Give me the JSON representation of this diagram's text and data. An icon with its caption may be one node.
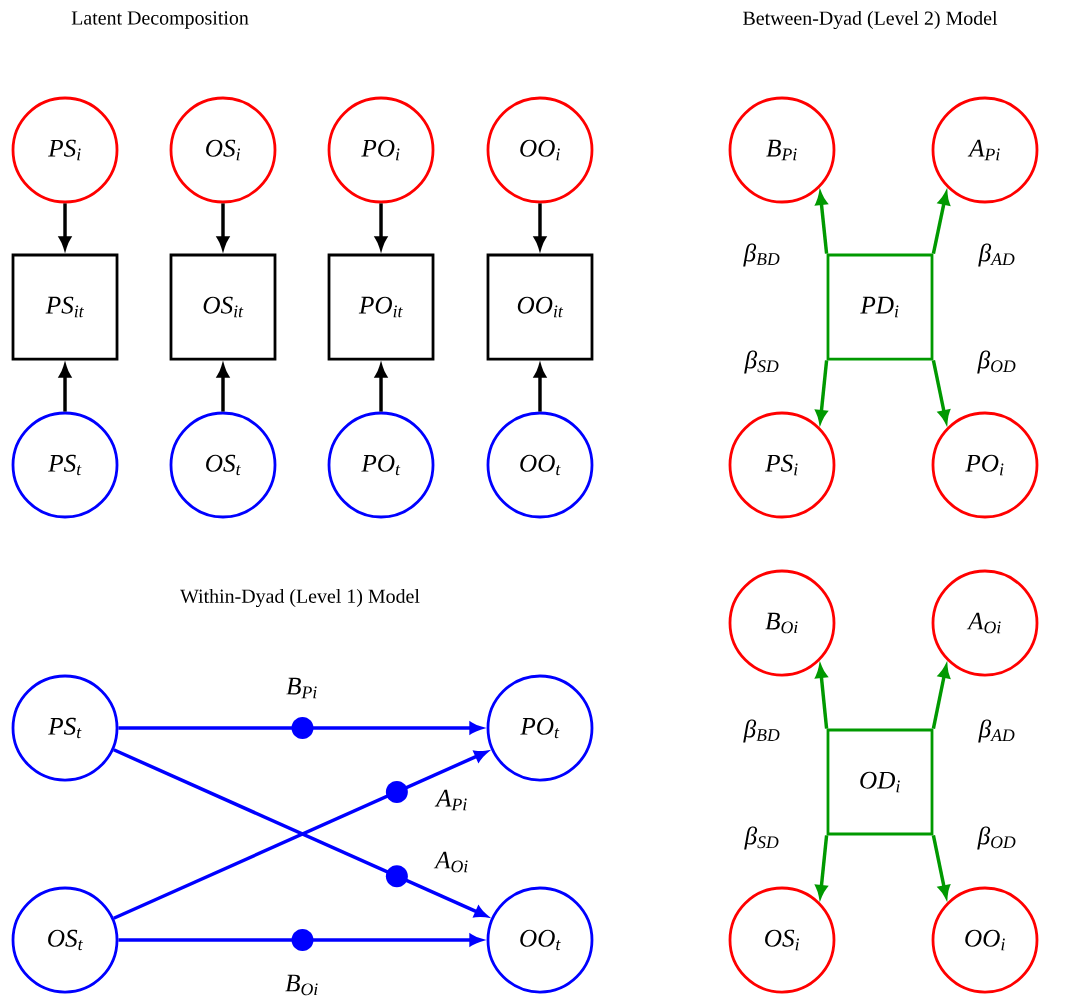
{
  "diagram": {
    "nodes": [
      {
        "text": [
          "PS$_{i}$"
        ]
      },
      {
        "text": [
          "OS$_{i}$"
        ]
      },
      {
        "text": [
          "PO$_{i}$"
        ]
      },
      {
        "text": [
          "OO$_{i}$"
        ]
      },
      {
        "text": [
          "PS$_{it}$"
        ]
      },
      {
        "text": [
          "OS$_{it}$"
        ]
      },
      {
        "text": [
          "PO$_{it}$"
        ]
      },
      {
        "text": [
          "OO$_{it}$"
        ]
      },
      {
        "text": [
          "PS$_{t}$"
        ]
      },
      {
        "text": [
          "OS$_{t}$"
        ]
      },
      {
        "text": [
          "PO$_{t}$"
        ]
      },
      {
        "text": [
          "OO$_{t}$"
        ]
      },
      {
        "text": [
          "B$_{Pi}$"
        ]
      },
      {
        "text": [
          "A$_{Pi}$"
        ]
      },
      {
        "text": [
          "PD$_{i}$"
        ]
      },
      {
        "text": [
          "PS$_{i}$"
        ]
      },
      {
        "text": [
          "PO$_{i}$"
        ]
      },
      {
        "text": [
          "B$_{Oi}$"
        ]
      },
      {
        "text": [
          "A$_{Oi}$"
        ]
      },
      {
        "text": [
          "OD$_{i}$"
        ]
      },
      {
        "text": [
          "OS$_{i}$"
        ]
      },
      {
        "text": [
          "OO$_{i}$"
        ]
      },
      {
        "text": [
          "PS$_{t}$"
        ]
      },
      {
        "text": [
          "PO$_{t}$"
        ]
      },
      {
        "text": [
          "OS$_{t}$"
        ]
      },
      {
        "text": [
          "OO$_{t}$"
        ]
      }
    ],
    "edges": [
      {
        "from": 0,
        "to": 4,
        "arrow": "to",
        "color": "#000000"
      },
      {
        "from": 8,
        "to": 4,
        "arrow": "to",
        "color": "#000000"
      },
      {
        "from": 1,
        "to": 5,
        "arrow": "to",
        "color": "#000000"
      },
      {
        "from": 9,
        "to": 5,
        "arrow": "to",
        "color": "#000000"
      },
      {
        "from": 2,
        "to": 6,
        "arrow": "to",
        "color": "#000000"
      },
      {
        "from": 10,
        "to": 6,
        "arrow": "to",
        "color": "#000000"
      },
      {
        "from": 3,
        "to": 7,
        "arrow": "to",
        "color": "#000000"
      },
      {
        "from": 11,
        "to": 7,
        "arrow": "to",
        "color": "#000000"
      },
      {
        "from": 14,
        "to": 12,
        "arrow": "to",
        "label": "β$_{BD}$",
        "color": "#009900"
      },
      {
        "from": 14,
        "to": 13,
        "arrow": "to",
        "label": "β$_{AD}$",
        "color": "#009900"
      },
      {
        "from": 14,
        "to": 15,
        "arrow": "to",
        "label": "β$_{SD}$",
        "color": "#009900"
      },
      {
        "from": 14,
        "to": 16,
        "arrow": "to",
        "label": "β$_{OD}$",
        "color": "#009900"
      },
      {
        "from": 19,
        "to": 17,
        "arrow": "to",
        "label": "β$_{BD}$",
        "color": "#009900"
      },
      {
        "from": 19,
        "to": 18,
        "arrow": "to",
        "label": "β$_{AD}$",
        "color": "#009900"
      },
      {
        "from": 19,
        "to": 20,
        "arrow": "to",
        "label": "β$_{SD}$",
        "color": "#009900"
      },
      {
        "from": 19,
        "to": 21,
        "arrow": "to",
        "label": "β$_{OD}$",
        "color": "#009900"
      },
      {
        "from": 22,
        "to": 23,
        "arrow": "to",
        "label": "B$_{Pi}$",
        "color": "#0000ff"
      },
      {
        "from": 24,
        "to": 23,
        "arrow": "to",
        "label": "A$_{Pi}$",
        "color": "#0000ff"
      },
      {
        "from": 22,
        "to": 25,
        "arrow": "to",
        "label": "A$_{Oi}$",
        "color": "#0000ff"
      },
      {
        "from": 24,
        "to": 25,
        "arrow": "to",
        "label": "B$_{Oi}$",
        "color": "#0000ff"
      }
    ],
    "labels": [
      "Latent Decomposition",
      "Between-Dyad (Level 2) Model",
      "Within-Dyad (Level 1) Model"
    ]
  }
}
